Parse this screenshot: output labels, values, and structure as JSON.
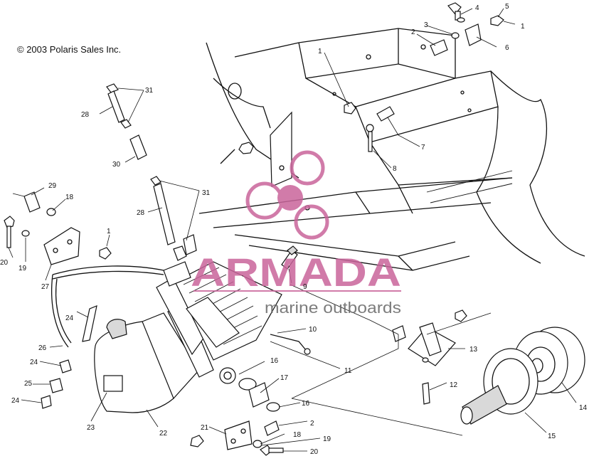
{
  "copyright": "© 2003 Polaris Sales Inc.",
  "watermark": {
    "brand": "ARMADA",
    "tagline": "marine outboards",
    "color": "#c9659b",
    "text_color": "#666666"
  },
  "callouts": {
    "c1_top": "1",
    "c2_top": "2",
    "c3_top": "3",
    "c4_top": "4",
    "c5_top": "5",
    "c1_right": "1",
    "c6": "6",
    "c1_mid": "1",
    "c7": "7",
    "c8": "8",
    "c31_top": "31",
    "c28_top": "28",
    "c30": "30",
    "c31_mid": "31",
    "c28_mid": "28",
    "c29": "29",
    "c18_left": "18",
    "c1_left": "1",
    "c20_left": "20",
    "c19_left": "19",
    "c27": "27",
    "c24_upper": "24",
    "c26": "26",
    "c24_lower": "24",
    "c25": "25",
    "c24_bottom": "24",
    "c23": "23",
    "c22": "22",
    "c9": "9",
    "c10": "10",
    "c16_upper": "16",
    "c17": "17",
    "c11": "11",
    "c16_lower": "16",
    "c2_bottom": "2",
    "c21": "21",
    "c18_bottom": "18",
    "c19_bottom": "19",
    "c20_bottom": "20",
    "c13": "13",
    "c12": "12",
    "c14": "14",
    "c15": "15"
  }
}
